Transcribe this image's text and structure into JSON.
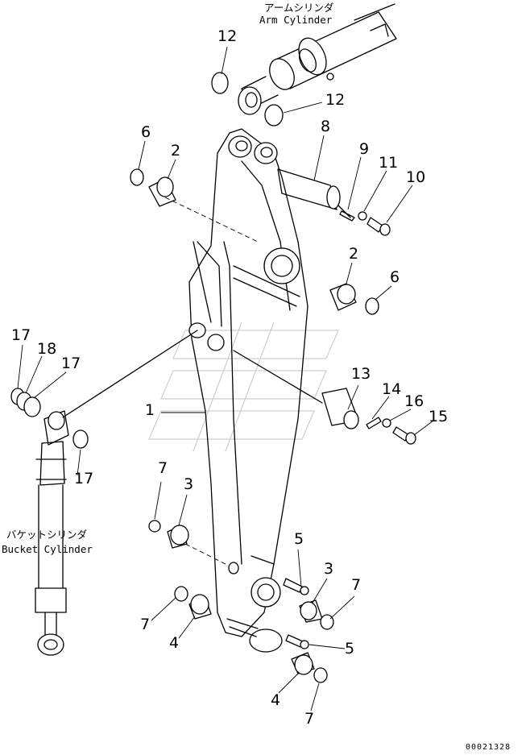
{
  "captions": {
    "arm_cylinder_jp": "アームシリンダ",
    "arm_cylinder_en": "Arm Cylinder",
    "bucket_cylinder_jp": "バケットシリンダ",
    "bucket_cylinder_en": "Bucket Cylinder"
  },
  "doc_number": "00021328",
  "callouts": [
    {
      "id": "c12a",
      "text": "12"
    },
    {
      "id": "c12b",
      "text": "12"
    },
    {
      "id": "c6a",
      "text": "6"
    },
    {
      "id": "c2a",
      "text": "2"
    },
    {
      "id": "c8",
      "text": "8"
    },
    {
      "id": "c9",
      "text": "9"
    },
    {
      "id": "c11",
      "text": "11"
    },
    {
      "id": "c10",
      "text": "10"
    },
    {
      "id": "c2b",
      "text": "2"
    },
    {
      "id": "c6b",
      "text": "6"
    },
    {
      "id": "c17a",
      "text": "17"
    },
    {
      "id": "c18",
      "text": "18"
    },
    {
      "id": "c17b",
      "text": "17"
    },
    {
      "id": "c13",
      "text": "13"
    },
    {
      "id": "c14",
      "text": "14"
    },
    {
      "id": "c16",
      "text": "16"
    },
    {
      "id": "c15",
      "text": "15"
    },
    {
      "id": "c1",
      "text": "1"
    },
    {
      "id": "c17c",
      "text": "17"
    },
    {
      "id": "c7a",
      "text": "7"
    },
    {
      "id": "c3a",
      "text": "3"
    },
    {
      "id": "c5a",
      "text": "5"
    },
    {
      "id": "c3b",
      "text": "3"
    },
    {
      "id": "c7b",
      "text": "7"
    },
    {
      "id": "c7c",
      "text": "7"
    },
    {
      "id": "c4a",
      "text": "4"
    },
    {
      "id": "c5b",
      "text": "5"
    },
    {
      "id": "c4b",
      "text": "4"
    },
    {
      "id": "c7d",
      "text": "7"
    }
  ]
}
